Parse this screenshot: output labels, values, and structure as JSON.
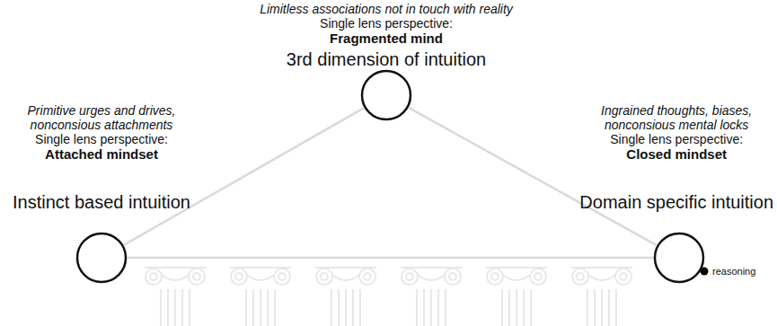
{
  "diagram": {
    "nodes": [
      {
        "text": [
          "Limitless associations not in touch with reality",
          "Single lens perspective:",
          "Fragmented mind",
          "3rd dimension of intuition"
        ]
      },
      {
        "text": [
          "Primitive urges and drives, nonconsious attachments",
          "Single lens perspective:",
          "Attached mindset",
          "Instinct based intuition"
        ]
      },
      {
        "text": [
          "Ingrained thoughts, biases, nonconsious mental locks",
          "Single lens perspective:",
          "Closed mindset",
          "Domain specific intuition"
        ]
      }
    ],
    "edges": [
      {
        "from": 0,
        "to": 1,
        "arrow": "none"
      },
      {
        "from": 0,
        "to": 2,
        "arrow": "none"
      },
      {
        "from": 1,
        "to": 2,
        "arrow": "none"
      }
    ],
    "labels": [
      "reasoning"
    ]
  }
}
